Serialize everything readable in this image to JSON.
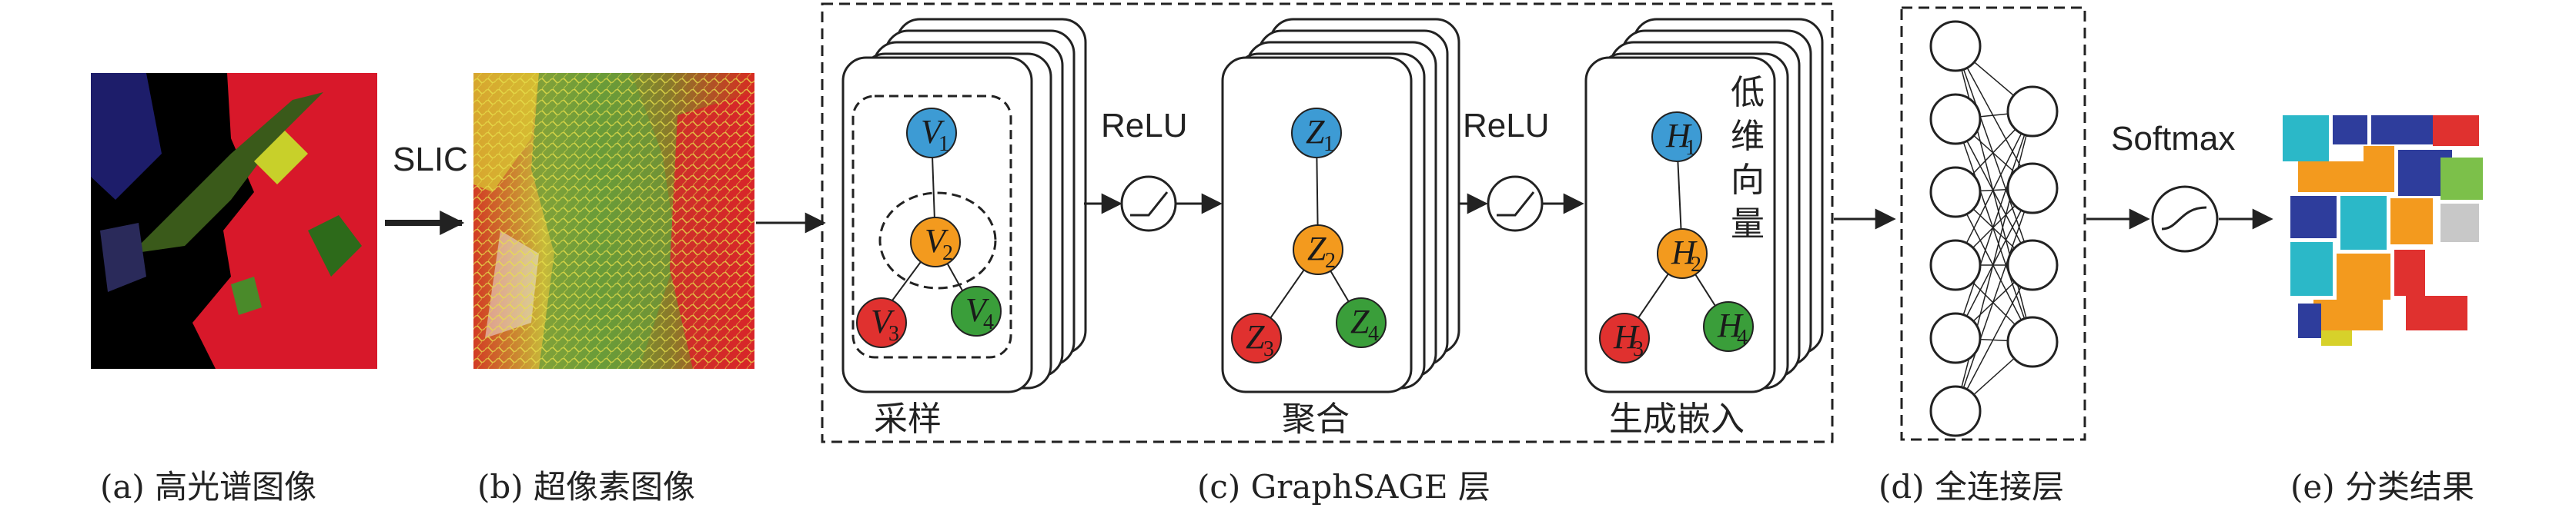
{
  "captions": {
    "a": "(a) 高光谱图像",
    "b": "(b) 超像素图像",
    "c": "(c) GraphSAGE 层",
    "d": "(d) 全连接层",
    "e": "(e) 分类结果"
  },
  "labels": {
    "slic": "SLIC",
    "relu1": "ReLU",
    "relu2": "ReLU",
    "softmax": "Softmax",
    "sampling": "采样",
    "aggregation": "聚合",
    "embedding": "生成嵌入",
    "low_dim": [
      "低",
      "维",
      "向",
      "量"
    ]
  },
  "nodes": {
    "sample": [
      {
        "name": "V",
        "sub": "1",
        "color": "#3d9bd4"
      },
      {
        "name": "V",
        "sub": "2",
        "color": "#f39a1e"
      },
      {
        "name": "V",
        "sub": "3",
        "color": "#e0312f"
      },
      {
        "name": "V",
        "sub": "4",
        "color": "#3a9e3a"
      }
    ],
    "aggregate": [
      {
        "name": "Z",
        "sub": "1",
        "color": "#3d9bd4"
      },
      {
        "name": "Z",
        "sub": "2",
        "color": "#f39a1e"
      },
      {
        "name": "Z",
        "sub": "3",
        "color": "#e0312f"
      },
      {
        "name": "Z",
        "sub": "4",
        "color": "#3a9e3a"
      }
    ],
    "embed": [
      {
        "name": "H",
        "sub": "1",
        "color": "#3d9bd4"
      },
      {
        "name": "H",
        "sub": "2",
        "color": "#f39a1e"
      },
      {
        "name": "H",
        "sub": "3",
        "color": "#e0312f"
      },
      {
        "name": "H",
        "sub": "4",
        "color": "#3a9e3a"
      }
    ]
  },
  "colors": {
    "hsi_red": "#d8182a",
    "hsi_green": "#3a5a1a",
    "superpixel_red": "#e03a28",
    "superpixel_yellow": "#d7d12a",
    "class_blue": "#2e3d9c",
    "class_orange": "#f39a1e",
    "class_teal": "#2bb8c8",
    "class_red": "#e0312f",
    "class_green": "#7cc04a"
  }
}
